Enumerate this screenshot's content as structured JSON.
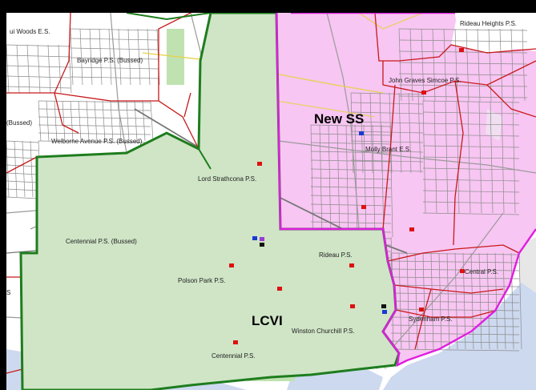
{
  "map": {
    "zones": [
      {
        "key": "new-ss",
        "label": "New SS",
        "color": "#f7c6f2"
      },
      {
        "key": "lcvi",
        "label": "LCVI",
        "color": "#cfe5c6"
      }
    ],
    "colors": {
      "new_ss_boundary": "#e01de0",
      "lcvi_boundary": "#1e7d1e",
      "school_boundary": "#c8191a",
      "road": "#8c8c8c",
      "highway": "#e8d24a",
      "water": "#cdd9ef"
    },
    "school_labels": [
      "ui Woods E.S.",
      "Bayridge P.S. (Bussed)",
      "Rideau Heights P.S.",
      "John Graves Simcoe P.S.",
      "(Bussed)",
      "Welborne Avenue P.S. (Bussed)",
      "Molly Brant E.S.",
      "Lord Strathcona P.S.",
      "Centennial P.S. (Bussed)",
      "Rideau P.S.",
      "Polson Park P.S.",
      "Central P.S.",
      "S",
      "Winston Churchill P.S.",
      "Sydenham P.S.",
      "Centennial P.S."
    ],
    "school_icon_colors": [
      "red",
      "blue",
      "purple",
      "black"
    ]
  }
}
